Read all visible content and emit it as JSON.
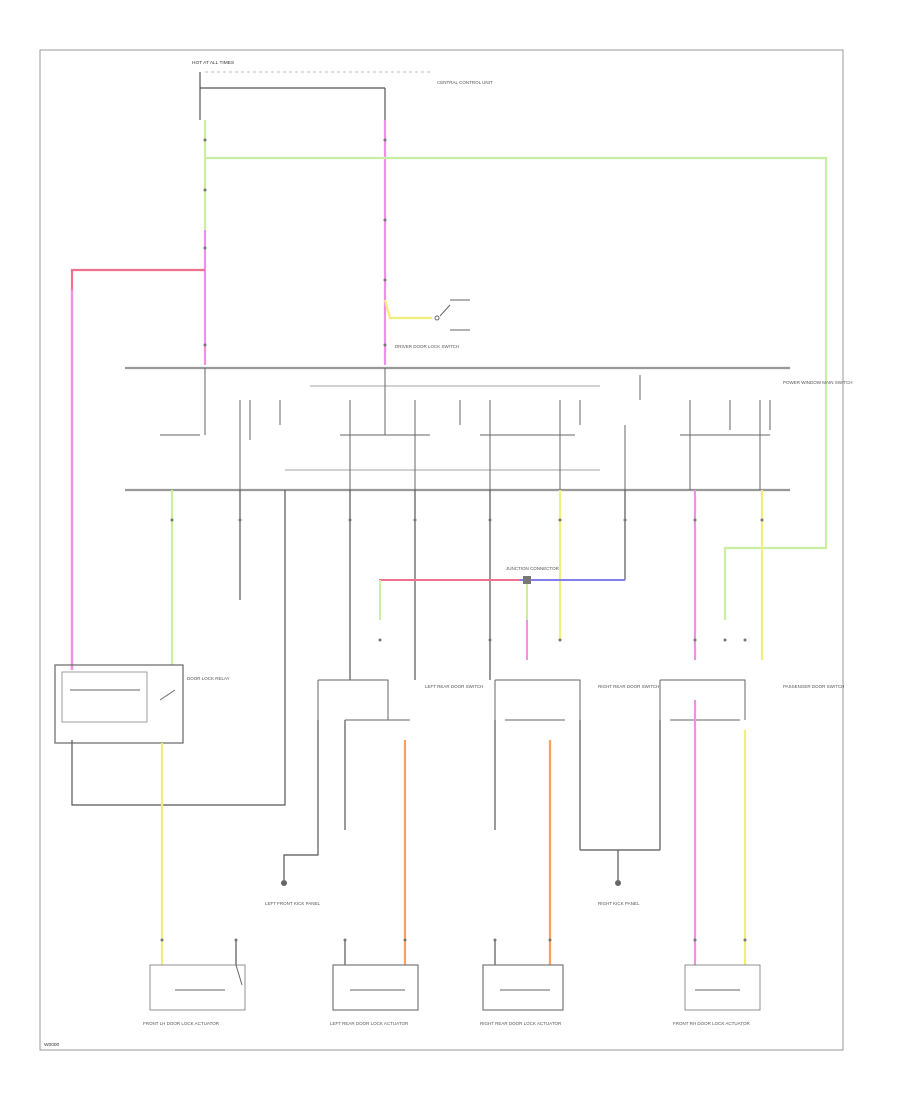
{
  "diagram": {
    "footer_code": "W0000",
    "colors": {
      "frame": "#999999",
      "wire_black": "#555555",
      "wire_green": "#c8f0a0",
      "wire_pink": "#f090e8",
      "wire_red": "#f07090",
      "wire_yellow": "#f0f078",
      "wire_orange": "#f8a060",
      "wire_blue": "#8080f0"
    },
    "components": [
      {
        "id": "hot-at-all-times",
        "label": "HOT AT ALL TIMES"
      },
      {
        "id": "central-control-unit",
        "label": "CENTRAL CONTROL UNIT"
      },
      {
        "id": "driver-door-lock-switch",
        "label": "DRIVER DOOR LOCK SWITCH"
      },
      {
        "id": "power-window-main-switch",
        "label": "POWER WINDOW MAIN SWITCH"
      },
      {
        "id": "door-lock-relay",
        "label": "DOOR LOCK RELAY"
      },
      {
        "id": "junction-connector",
        "label": "JUNCTION CONNECTOR"
      },
      {
        "id": "lr-door-switch",
        "label": "LEFT REAR DOOR SWITCH"
      },
      {
        "id": "rr-door-switch",
        "label": "RIGHT REAR DOOR SWITCH"
      },
      {
        "id": "pass-door-switch",
        "label": "PASSENGER DOOR SWITCH"
      },
      {
        "id": "ground-left",
        "label": "LEFT FRONT KICK PANEL"
      },
      {
        "id": "ground-right",
        "label": "RIGHT KICK PANEL"
      },
      {
        "id": "front-lh-actuator",
        "label": "FRONT LH DOOR LOCK ACTUATOR"
      },
      {
        "id": "lr-actuator",
        "label": "LEFT REAR DOOR LOCK ACTUATOR"
      },
      {
        "id": "rr-actuator",
        "label": "RIGHT REAR DOOR LOCK ACTUATOR"
      },
      {
        "id": "front-rh-actuator",
        "label": "FRONT RH DOOR LOCK ACTUATOR"
      }
    ]
  }
}
